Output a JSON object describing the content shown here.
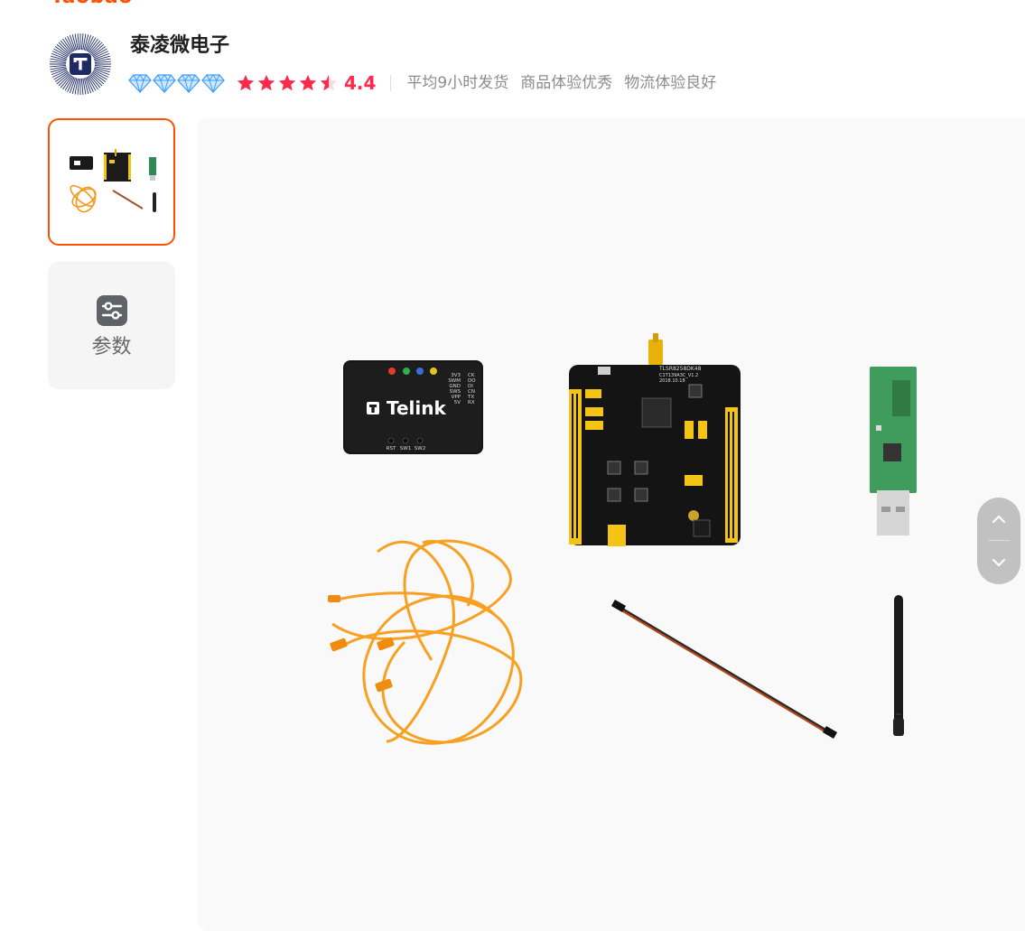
{
  "brand": {
    "logo_text": "Taobao",
    "accent_color": "#ff5000"
  },
  "shop": {
    "name": "泰凌微电子",
    "avatar_icon": "telink-logo-icon",
    "diamond_level": 4,
    "rating_stars": 4.5,
    "rating_value": "4.4",
    "services": [
      "平均9小时发货",
      "商品体验优秀",
      "物流体验良好"
    ]
  },
  "gallery": {
    "thumbnails": [
      {
        "type": "image",
        "active": true,
        "alt_icon": "product-kit-thumbnail"
      },
      {
        "type": "params",
        "label": "参数",
        "icon": "sliders-icon"
      }
    ],
    "main_image": {
      "device_brand_text": "Telink",
      "led_labels": [
        "3V3",
        "SWM",
        "GND",
        "SWS",
        "VPP",
        "5V"
      ],
      "led_labels_right": [
        "CK",
        "DO",
        "DI",
        "CN",
        "TX",
        "RX"
      ],
      "button_labels": [
        "RST",
        "SW1",
        "SW2"
      ],
      "board_text": "TLSR8258DK48",
      "board_sub_text": "C1T139A3C_V1.2",
      "board_date": "2018.10.18"
    },
    "nav": {
      "up_icon": "chevron-up-icon",
      "down_icon": "chevron-down-icon"
    }
  },
  "colors": {
    "rating_red": "#ff2a4a",
    "diamond_blue": "#4aa6ff",
    "cable_orange": "#f8a021",
    "board_yellow": "#f3c413"
  }
}
